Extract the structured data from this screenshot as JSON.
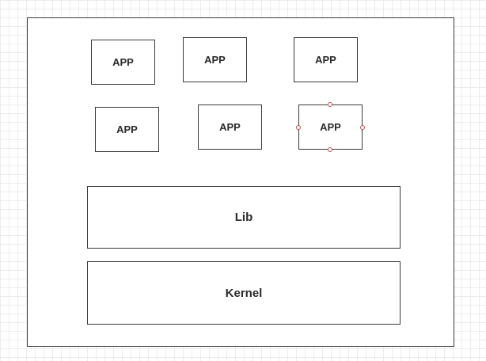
{
  "diagram": {
    "apps": [
      {
        "label": "APP"
      },
      {
        "label": "APP"
      },
      {
        "label": "APP"
      },
      {
        "label": "APP"
      },
      {
        "label": "APP"
      },
      {
        "label": "APP",
        "selected": true
      }
    ],
    "lib": {
      "label": "Lib"
    },
    "kernel": {
      "label": "Kernel"
    },
    "colors": {
      "border": "#3a3a3a",
      "text": "#2b2b2b",
      "selection_handle": "#c0504d",
      "grid": "#ececec"
    }
  }
}
